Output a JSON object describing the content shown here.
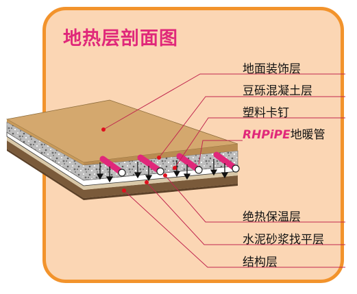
{
  "title": "地热层剖面图",
  "labels": {
    "floor_finish": "地面装饰层",
    "pea_gravel_concrete": "豆砾混凝土层",
    "plastic_clip": "塑料卡钉",
    "pipe_brand": "RHPiPE",
    "pipe_suffix": "地暖管",
    "insulation": "绝热保温层",
    "cement_mortar": "水泥砂浆找平层",
    "structure": "结构层"
  },
  "colors": {
    "frame": "#f2932c",
    "background": "#fbd6b4",
    "title": "#e0287a",
    "pipe": "#e0287a",
    "marker": "#e0101e",
    "leader_line": "#c0264e"
  },
  "icons": {
    "pipe_marker": "red-dot",
    "flow_arrow": "down-arrow"
  }
}
